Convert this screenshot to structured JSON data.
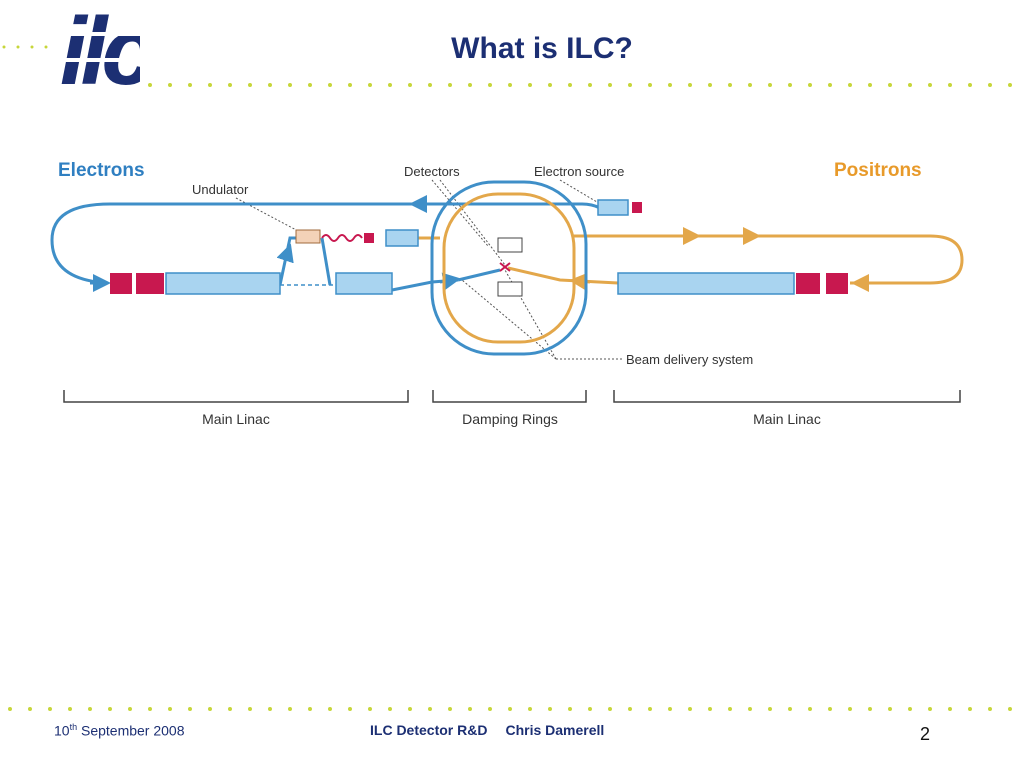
{
  "slide": {
    "title": "What is ILC?",
    "logo_text": "ilc"
  },
  "diagram": {
    "labels": {
      "electrons": "Electrons",
      "positrons": "Positrons",
      "undulator": "Undulator",
      "detectors": "Detectors",
      "electron_source": "Electron source",
      "beam_delivery": "Beam delivery system",
      "main_linac_left": "Main Linac",
      "damping_rings": "Damping Rings",
      "main_linac_right": "Main Linac"
    },
    "colors": {
      "electron_line": "#3f8fc8",
      "positron_line": "#e3a74a",
      "linac_fill": "#a9d4f0",
      "magnet": "#c8184f",
      "electron_label": "#2f7fc1",
      "positron_label": "#e89a2a"
    }
  },
  "footer": {
    "date_day": "10",
    "date_sup": "th",
    "date_rest": " September 2008",
    "event": "ILC Detector R&D",
    "author": "Chris Damerell",
    "page": "2"
  }
}
